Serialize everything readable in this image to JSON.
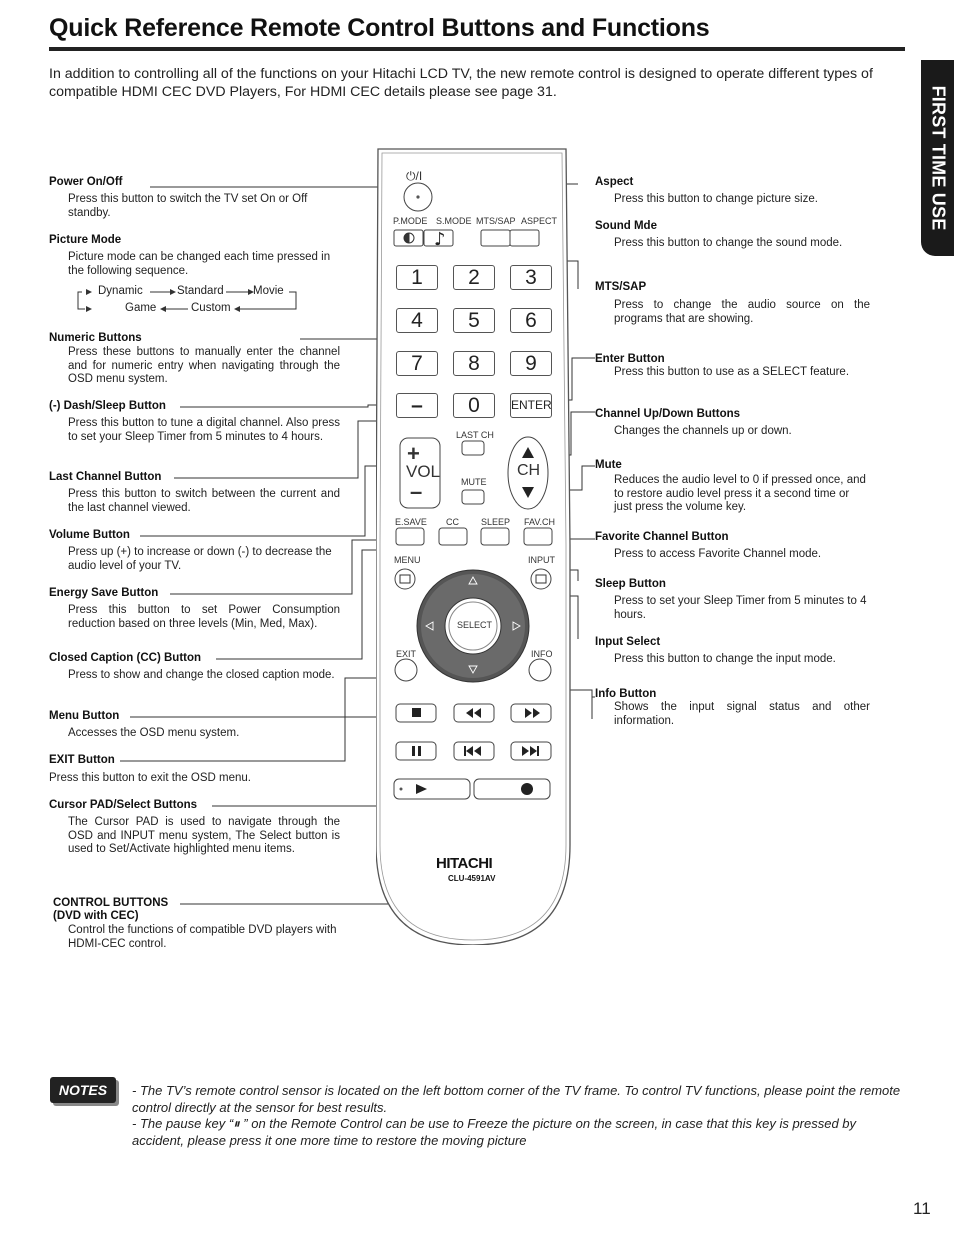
{
  "header": {
    "title": "Quick Reference Remote Control Buttons and Functions",
    "intro": "In addition to controlling all of the functions on your Hitachi LCD TV, the new remote control is designed to operate different types of compatible HDMI CEC DVD Players, For HDMI CEC details please see page 31."
  },
  "side_tab": "FIRST TIME USE",
  "left": {
    "power": {
      "label": "Power On/Off",
      "desc": "Press this button to switch the TV set On or Off standby."
    },
    "picture": {
      "label": "Picture Mode",
      "desc": "Picture mode can be changed each time pressed in the following sequence.",
      "seq": {
        "dynamic": "Dynamic",
        "standard": "Standard",
        "movie": "Movie",
        "game": "Game",
        "custom": "Custom"
      }
    },
    "numeric": {
      "label": "Numeric Buttons",
      "desc": "Press these buttons to manually enter the channel and for numeric entry when navigating through the OSD menu system."
    },
    "dash": {
      "label": "(-) Dash/Sleep Button",
      "desc": "Press this button to tune a digital channel. Also press to set your Sleep Timer from 5 minutes to 4 hours."
    },
    "lastch": {
      "label": "Last Channel Button",
      "desc": "Press this button to switch between the current and the last channel viewed."
    },
    "volume": {
      "label": "Volume Button",
      "desc": "Press up (+) to increase or down (-) to decrease the audio level of your TV."
    },
    "esave": {
      "label": "Energy Save Button",
      "desc": "Press this button to set Power Consumption reduction based on three levels (Min, Med, Max)."
    },
    "cc": {
      "label": "Closed Caption (CC) Button",
      "desc": "Press to show and change the closed caption mode."
    },
    "menu": {
      "label": "Menu Button",
      "desc": "Accesses the OSD menu system."
    },
    "exit": {
      "label": "EXIT Button",
      "desc": "Press this button to exit the OSD menu."
    },
    "cursor": {
      "label": "Cursor PAD/Select Buttons",
      "desc": "The Cursor PAD is used to navigate through the OSD and INPUT menu system, The Select button is used to Set/Activate highlighted menu items."
    },
    "control": {
      "label1": "CONTROL BUTTONS",
      "label2": "(DVD with CEC)",
      "desc": "Control the functions of compatible DVD players with HDMI-CEC control."
    }
  },
  "right": {
    "aspect": {
      "label": "Aspect",
      "desc": "Press this button to change picture size."
    },
    "sound": {
      "label": "Sound Mde",
      "desc": "Press this button to change the sound mode."
    },
    "mts": {
      "label": "MTS/SAP",
      "desc": "Press to change the audio source on the programs that are showing."
    },
    "enter": {
      "label": "Enter Button",
      "desc": "Press this button to use as a SELECT feature."
    },
    "channel": {
      "label": "Channel Up/Down Buttons",
      "desc": "Changes the channels up or down."
    },
    "mute": {
      "label": "Mute",
      "desc": "Reduces the audio level to 0 if pressed once, and to restore audio level press it a second time or just press the volume key."
    },
    "fav": {
      "label": "Favorite Channel Button",
      "desc": "Press to access Favorite Channel mode."
    },
    "sleep": {
      "label": "Sleep Button",
      "desc": "Press to set your Sleep Timer from 5 minutes to 4 hours."
    },
    "input": {
      "label": "Input Select",
      "desc": "Press this button to change the input mode."
    },
    "info": {
      "label": "Info Button",
      "desc": "Shows the input signal status and other information."
    }
  },
  "remote": {
    "power_symbol": "⏻/I",
    "top_labels": [
      "P.MODE",
      "S.MODE",
      "MTS/SAP",
      "ASPECT"
    ],
    "digits": [
      "1",
      "2",
      "3",
      "4",
      "5",
      "6",
      "7",
      "8",
      "9"
    ],
    "dash": "–",
    "zero": "0",
    "enter": "ENTER",
    "last_ch": "LAST CH",
    "mute": "MUTE",
    "vol": "VOL",
    "ch": "CH",
    "row_labels": [
      "E.SAVE",
      "CC",
      "SLEEP",
      "FAV.CH"
    ],
    "menu": "MENU",
    "input": "INPUT",
    "select": "SELECT",
    "exit": "EXIT",
    "info": "INFO",
    "brand": "HITACHI",
    "model": "CLU-4591AV"
  },
  "notes": {
    "badge": "NOTES",
    "line1": "- The TV’s remote control sensor is located on the left bottom corner of the TV frame. To control TV functions, please point the remote control directly at the sensor for best results.",
    "line2": "- The pause key “⏸ ” on the Remote Control can be use to Freeze the picture on the screen, in case that this key is pressed by accident, please press it one more time to restore the moving picture"
  },
  "page_number": "11"
}
